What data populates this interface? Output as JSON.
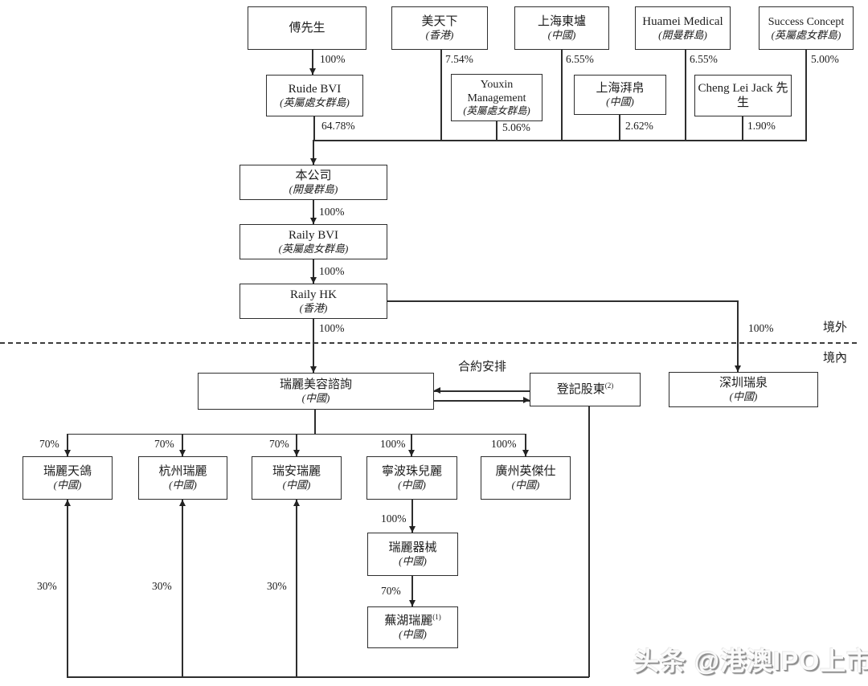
{
  "nodes": {
    "fu": {
      "name": "傅先生",
      "sub": ""
    },
    "meitianxia": {
      "name": "美天下",
      "sub": "(香港)"
    },
    "donglu": {
      "name": "上海東壚",
      "sub": "(中國)"
    },
    "huamei": {
      "name": "Huamei Medical",
      "sub": "(開曼群島)"
    },
    "success": {
      "name": "Success Concept",
      "sub": "(英屬處女群島)"
    },
    "ruide": {
      "name": "Ruide BVI",
      "sub": "(英屬處女群島)"
    },
    "youxin": {
      "name": "Youxin Management",
      "sub": "(英屬處女群島)"
    },
    "paibo": {
      "name": "上海湃帛",
      "sub": "(中國)"
    },
    "cheng": {
      "name": "Cheng Lei Jack 先生",
      "sub": ""
    },
    "company": {
      "name": "本公司",
      "sub": "(開曼群島)"
    },
    "raily_bvi": {
      "name": "Raily BVI",
      "sub": "(英屬處女群島)"
    },
    "raily_hk": {
      "name": "Raily HK",
      "sub": "(香港)"
    },
    "consult": {
      "name": "瑞麗美容諮詢",
      "sub": "(中國)"
    },
    "reg": {
      "name": "登記股東",
      "note": "(2)",
      "sub": ""
    },
    "ruiquan": {
      "name": "深圳瑞泉",
      "sub": "(中國)"
    },
    "tiange": {
      "name": "瑞麗天鴿",
      "sub": "(中國)"
    },
    "hangzhou": {
      "name": "杭州瑞麗",
      "sub": "(中國)"
    },
    "ruian": {
      "name": "瑞安瑞麗",
      "sub": "(中國)"
    },
    "ningbo": {
      "name": "寧波珠兒麗",
      "sub": "(中國)"
    },
    "guangzhou": {
      "name": "廣州英傑仕",
      "sub": "(中國)"
    },
    "qixie": {
      "name": "瑞麗器械",
      "sub": "(中國)"
    },
    "wuhu": {
      "name": "蕪湖瑞麗",
      "note": "(1)",
      "sub": "(中國)"
    }
  },
  "labels": {
    "pct_fu_to_ruide": "100%",
    "pct_meitianxia": "7.54%",
    "pct_shanghai_donglu": "6.55%",
    "pct_huamei": "6.55%",
    "pct_success_concept": "5.00%",
    "pct_ruide": "64.78%",
    "pct_youxin": "5.06%",
    "pct_shanghai_paibo": "2.62%",
    "pct_cheng_lei_jack": "1.90%",
    "pct_company_to_bvi": "100%",
    "pct_bvi_to_hk": "100%",
    "pct_hk_to_consult": "100%",
    "pct_hk_to_ruiquan": "100%",
    "pct_consult_tiange": "70%",
    "pct_consult_hangzhou": "70%",
    "pct_consult_ruian": "70%",
    "pct_consult_ningbo": "100%",
    "pct_consult_guangzhou": "100%",
    "pct_ningbo_qixie": "100%",
    "pct_qixie_wuhu": "70%",
    "pct_reg_tiange": "30%",
    "pct_reg_hangzhou": "30%",
    "pct_reg_ruian": "30%",
    "offshore": "境外",
    "onshore": "境內",
    "contract_arrangement": "合約安排",
    "watermark": "头条 @港澳IPO上市"
  }
}
